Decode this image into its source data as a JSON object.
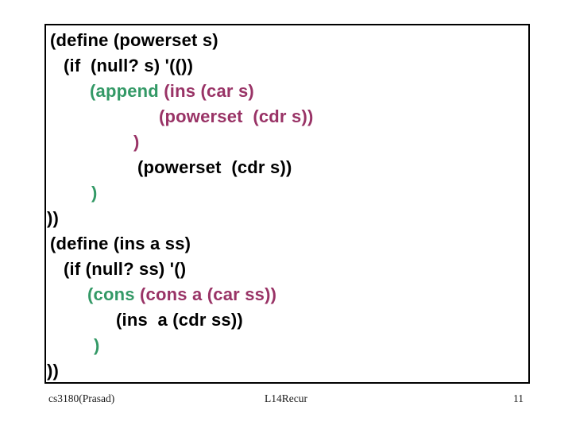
{
  "slide": {
    "background": "#ffffff",
    "code_box_border": "#000000"
  },
  "colors": {
    "black": "#000000",
    "green": "#339966",
    "maroon": "#993366"
  },
  "code_lines": [
    {
      "indent": 5,
      "tokens": [
        {
          "text": "(define (powerset s)",
          "color": "black"
        }
      ]
    },
    {
      "indent": 22,
      "tokens": [
        {
          "text": "(if  (null? s) '(())",
          "color": "black"
        }
      ]
    },
    {
      "indent": 55,
      "tokens": [
        {
          "text": "(append ",
          "color": "green"
        },
        {
          "text": "(ins (car s)",
          "color": "maroon"
        }
      ]
    },
    {
      "indent": 142,
      "tokens": [
        {
          "text": "(powerset  (cdr s))",
          "color": "maroon"
        }
      ]
    },
    {
      "indent": 110,
      "tokens": [
        {
          "text": ")",
          "color": "maroon"
        }
      ]
    },
    {
      "indent": 115,
      "tokens": [
        {
          "text": "(powerset  (cdr s))",
          "color": "black"
        }
      ]
    },
    {
      "indent": 57,
      "tokens": [
        {
          "text": ")",
          "color": "green"
        }
      ]
    },
    {
      "indent": 1,
      "tokens": [
        {
          "text": "))",
          "color": "black"
        }
      ]
    },
    {
      "indent": 5,
      "tokens": [
        {
          "text": "(define (ins a ss)",
          "color": "black"
        }
      ]
    },
    {
      "indent": 22,
      "tokens": [
        {
          "text": "(if (null? ss) '()",
          "color": "black"
        }
      ]
    },
    {
      "indent": 52,
      "tokens": [
        {
          "text": "(cons ",
          "color": "green"
        },
        {
          "text": "(cons a (car ss))",
          "color": "maroon"
        }
      ]
    },
    {
      "indent": 88,
      "tokens": [
        {
          "text": "(ins  a (cdr ss))",
          "color": "black"
        }
      ]
    },
    {
      "indent": 60,
      "tokens": [
        {
          "text": ")",
          "color": "green"
        }
      ]
    },
    {
      "indent": 1,
      "tokens": [
        {
          "text": "))",
          "color": "black"
        }
      ]
    }
  ],
  "footer": {
    "course": "cs3180(Prasad)",
    "lecture": "L14Recur",
    "page": "11"
  }
}
